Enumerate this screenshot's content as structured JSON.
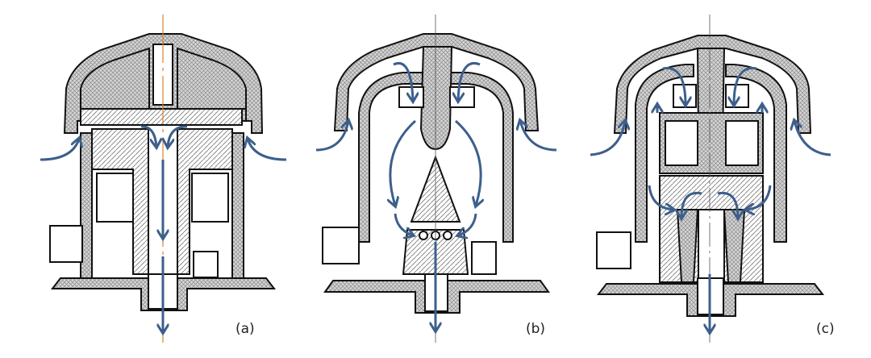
{
  "panels": [
    {
      "label": "(a)"
    },
    {
      "label": "(b)"
    },
    {
      "label": "(c)"
    }
  ],
  "colors": {
    "flow_arrow": "#3d5f8c",
    "axis_line": "#d9822b",
    "outline": "#111111"
  }
}
